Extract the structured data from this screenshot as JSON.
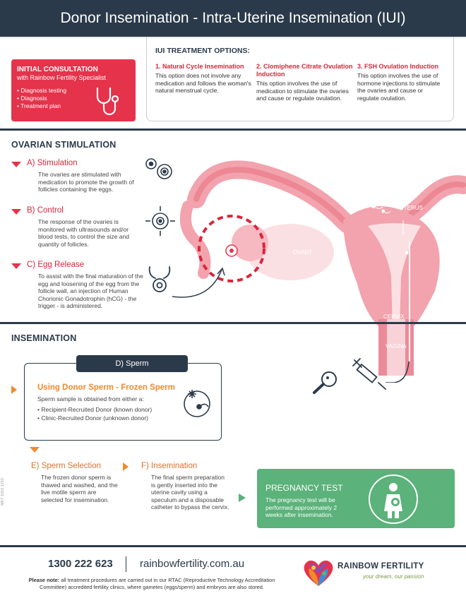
{
  "header": {
    "title": "Donor Insemination -  Intra-Uterine Insemination (IUI)"
  },
  "consultation": {
    "title": "INITIAL CONSULTATION",
    "subtitle": "with Rainbow Fertility Specialist",
    "items": [
      "• Diagnosis testing",
      "• Diagnosis",
      "• Treatment plan"
    ]
  },
  "iui": {
    "title": "IUI TREATMENT OPTIONS:",
    "options": [
      {
        "heading": "1. Natural Cycle Insemination",
        "body": "This option does not involve any medication and follows the woman's natural menstrual cycle."
      },
      {
        "heading": "2. Clomiphene Citrate Ovulation Induction",
        "body": "This option involves the use of medication to stimulate the ovaries and cause or regulate ovulation."
      },
      {
        "heading": "3. FSH Ovulation Induction",
        "body": "This option involves the use of hormone injections to stimulate the ovaries and cause or regulate ovulation."
      }
    ]
  },
  "ovarian": {
    "title": "OVARIAN STIMULATION",
    "steps": [
      {
        "heading": "A) Stimulation",
        "body": "The ovaries are stimulated with medication to promote the growth of follicles containing the eggs."
      },
      {
        "heading": "B) Control",
        "body": "The response of the ovaries is monitored with ultrasounds and/or blood tests, to control the size and quantity of follicles."
      },
      {
        "heading": "C) Egg Release",
        "body": "To assist with the final maturation of the egg and loosening of the egg from the follicle wall, an injection of Human Chorionic Gonadotrophin (hCG) - the trigger - is administered."
      }
    ]
  },
  "anatomy": {
    "ovary": "OVARY",
    "uterus": "UTERUS",
    "cervix": "CERVIX",
    "vagina": "VAGINA"
  },
  "insemination": {
    "title": "INSEMINATION",
    "sperm_tab": "D) Sperm",
    "donor_heading": "Using Donor Sperm - Frozen Sperm",
    "donor_intro": "Sperm sample is obtained from either a:",
    "donor_items": [
      "• Recipient-Recruited Donor (known donor)",
      "• Clinic-Recruited Donor (unknown donor)"
    ],
    "selection": {
      "heading": "E) Sperm Selection",
      "body": "The frozen donor sperm is thawed and washed, and the live motile sperm are selected for insemination."
    },
    "insemination_step": {
      "heading": "F) Insemination",
      "body": "The final sperm preparation is gently inserted into the uterine cavity using a speculum and a disposable catheter to bypass the cervix."
    }
  },
  "pregnancy": {
    "heading": "PREGNANCY TEST",
    "body": "The pregnancy test will be performed approximately 2 weeks after insemination."
  },
  "footer": {
    "phone": "1300 222 623",
    "website": "rainbowfertility.com.au",
    "note_bold": "Please note:",
    "note": " all treatment procedures are carried out in our RTAC (Reproductive Technology Accreditation Committee) accredited fertility clinics, where gametes (eggs/sperm) and embryos are also stored.",
    "brand": "RAINBOW FERTILITY",
    "tagline": "your dream, our passion",
    "side_code": "MKT 1015 1215"
  },
  "colors": {
    "navy": "#2b3a4a",
    "red": "#e5334b",
    "orange": "#f08a2c",
    "green": "#5bb27a",
    "pink": "#f2a3ad"
  }
}
